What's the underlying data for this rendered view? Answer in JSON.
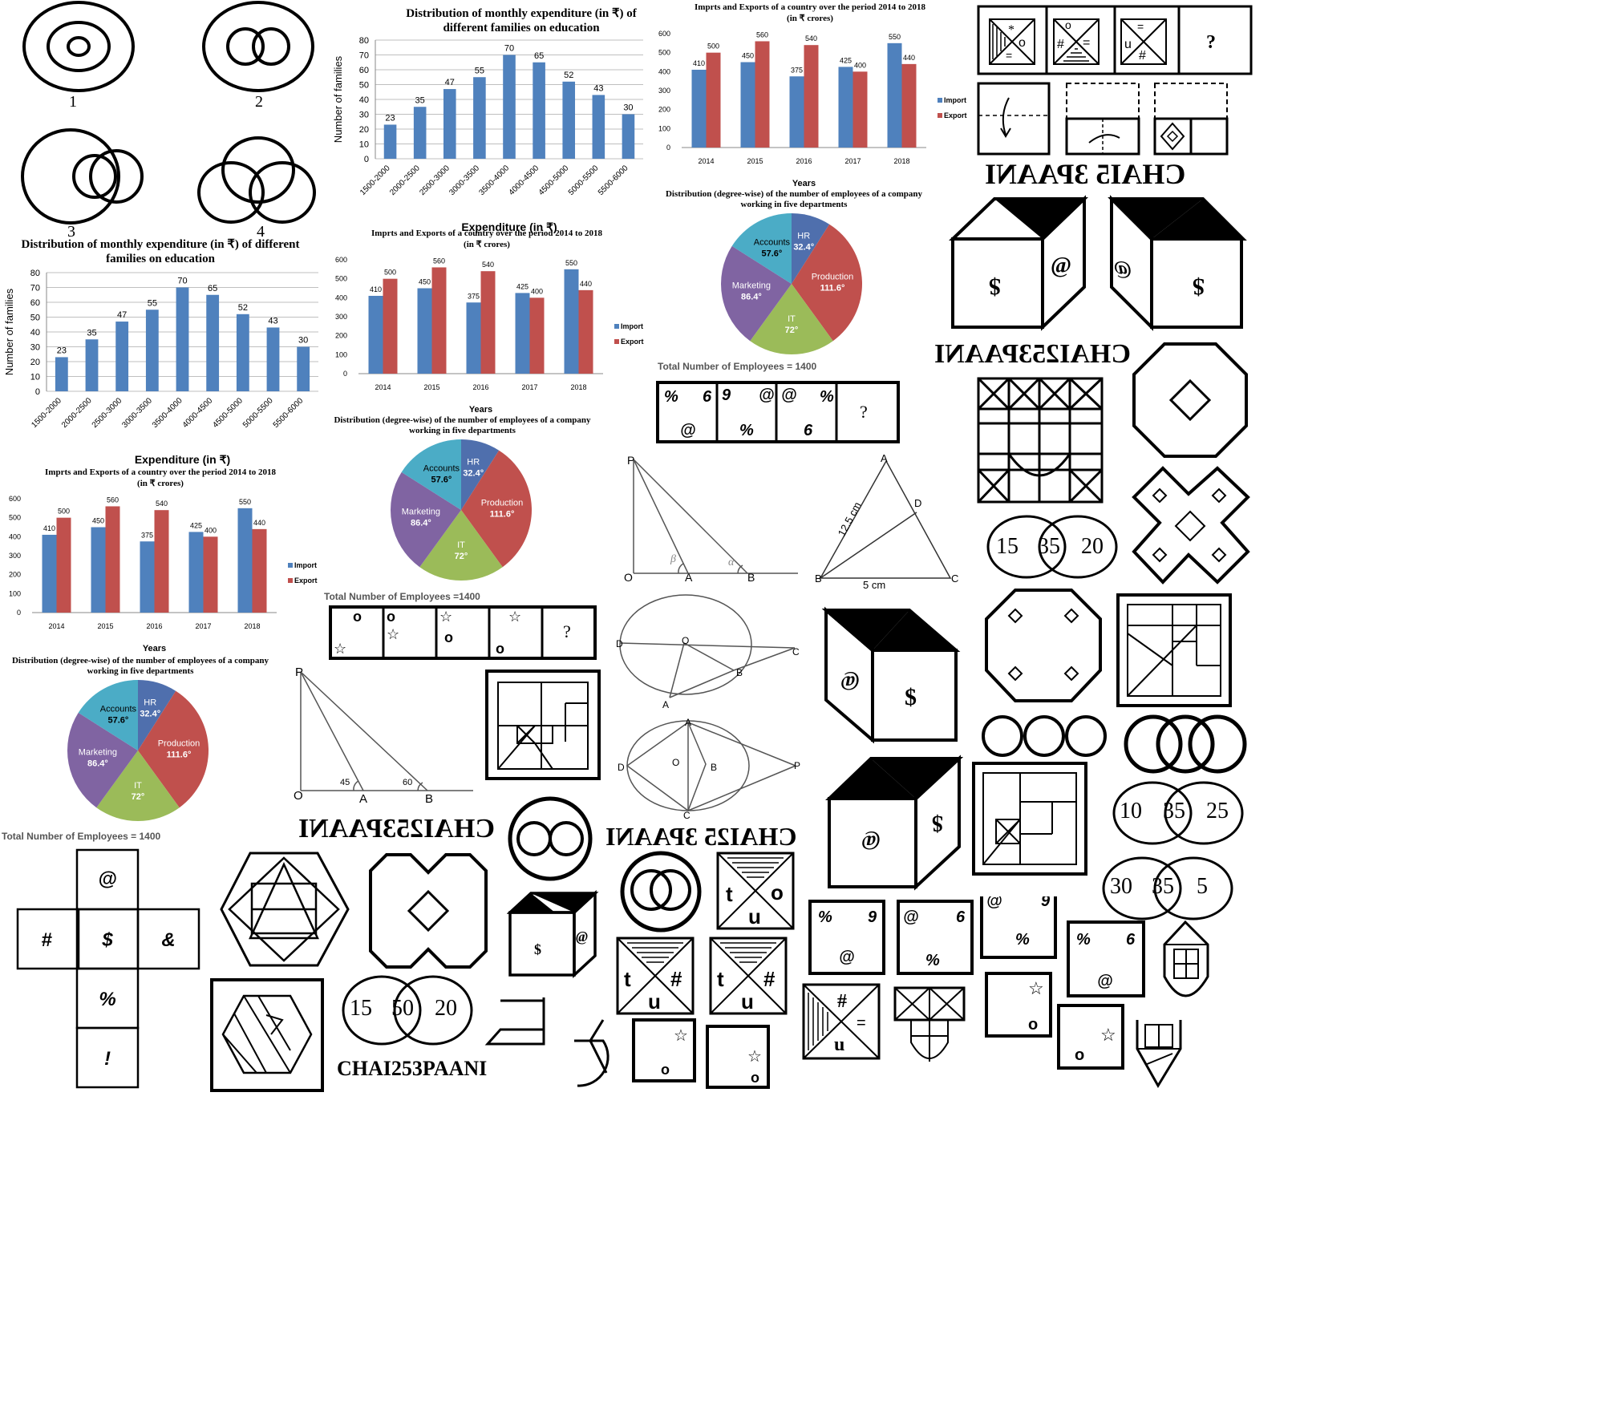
{
  "colors": {
    "blue": "#4f81bd",
    "red": "#c0504d",
    "purple": "#8064a2",
    "green": "#9bbb59",
    "teal": "#4bacc6",
    "hr": "#4f6fad",
    "dark": "#000000"
  },
  "expenditure_chart": {
    "title": "Distribution of monthly expenditure (in ₹) of different families on education",
    "xlabel": "Expenditure (in ₹)",
    "ylabel": "Number of families",
    "yticks": [
      "0",
      "10",
      "20",
      "30",
      "40",
      "50",
      "60",
      "70",
      "80"
    ]
  },
  "trade_chart": {
    "title": "Imprts and Exports of a country over the period 2014 to 2018",
    "subtitle": "(in ₹ crores)",
    "xlabel": "Years",
    "yticks": [
      "0",
      "100",
      "200",
      "300",
      "400",
      "500",
      "600"
    ],
    "legend_import": "Import",
    "legend_export": "Export"
  },
  "pie_chart": {
    "title": "Distribution (degree-wise) of the number of employees of a company working in five departments",
    "total": "Total Number of Employees = 1400",
    "total_alt": "Total Number of Employees =1400"
  },
  "chart_data": [
    {
      "type": "bar",
      "title": "Distribution of monthly expenditure (in ₹) of different families on education",
      "xlabel": "Expenditure (in ₹)",
      "ylabel": "Number of families",
      "categories": [
        "1500-2000",
        "2000-2500",
        "2500-3000",
        "3000-3500",
        "3500-4000",
        "4000-4500",
        "4500-5000",
        "5000-5500",
        "5500-6000"
      ],
      "values": [
        23,
        35,
        47,
        55,
        70,
        65,
        52,
        43,
        30
      ],
      "ylim": [
        0,
        80
      ],
      "grid": true
    },
    {
      "type": "bar",
      "title": "Imprts and Exports of a country over the period 2014 to 2018",
      "subtitle": "(in ₹ crores)",
      "xlabel": "Years",
      "categories": [
        "2014",
        "2015",
        "2016",
        "2017",
        "2018"
      ],
      "series": [
        {
          "name": "Import",
          "values": [
            410,
            450,
            375,
            425,
            550
          ]
        },
        {
          "name": "Export",
          "values": [
            500,
            560,
            540,
            400,
            440
          ]
        }
      ],
      "ylim": [
        0,
        600
      ],
      "legend": "right"
    },
    {
      "type": "pie",
      "title": "Distribution (degree-wise) of the number of employees of a company working in five departments",
      "slices": [
        {
          "label": "HR",
          "value": 32.4,
          "text": "32.4°"
        },
        {
          "label": "Production",
          "value": 111.6,
          "text": "111.6°"
        },
        {
          "label": "IT",
          "value": 72,
          "text": "72°"
        },
        {
          "label": "Marketing",
          "value": 86.4,
          "text": "86.4°"
        },
        {
          "label": "Accounts",
          "value": 57.6,
          "text": "57.6°"
        }
      ],
      "note": "Total Number of Employees = 1400"
    }
  ],
  "venn_labels": {
    "one": "1",
    "two": "2",
    "three": "3",
    "four": "4"
  },
  "venn_numbers": {
    "a": [
      "15",
      "35",
      "20"
    ],
    "b": [
      "10",
      "35",
      "25"
    ],
    "c": [
      "30",
      "35",
      "5"
    ],
    "d": [
      "15",
      "50",
      "20"
    ]
  },
  "words": {
    "word": "CHAI253PAANI",
    "word_top": "CHAI5 3PAANI",
    "word_alt": "CHAI25 3PAANI"
  },
  "triangle1": {
    "P": "P",
    "O": "O",
    "A": "A",
    "B": "B",
    "beta": "β",
    "alpha": "α"
  },
  "triangle2": {
    "P": "P",
    "O": "O",
    "A": "A",
    "B": "B",
    "a45": "45",
    "a60": "60"
  },
  "triangle3": {
    "A": "A",
    "B": "B",
    "C": "C",
    "D": "D",
    "side1": "12.5 cm",
    "side2": "5 cm"
  },
  "circle1": {
    "D": "D",
    "O": "O",
    "C": "C",
    "B": "B",
    "A": "A"
  },
  "circle2": {
    "A": "A",
    "B": "B",
    "C": "C",
    "D": "D",
    "O": "O",
    "P": "P"
  },
  "symbols": {
    "at": "@",
    "pct": "%",
    "six": "6",
    "nine": "9",
    "hash": "#",
    "dollar": "$",
    "amp": "&",
    "excl": "!",
    "q": "?",
    "star": "☆",
    "o": "o",
    "t": "t",
    "u": "u",
    "eq": "="
  }
}
